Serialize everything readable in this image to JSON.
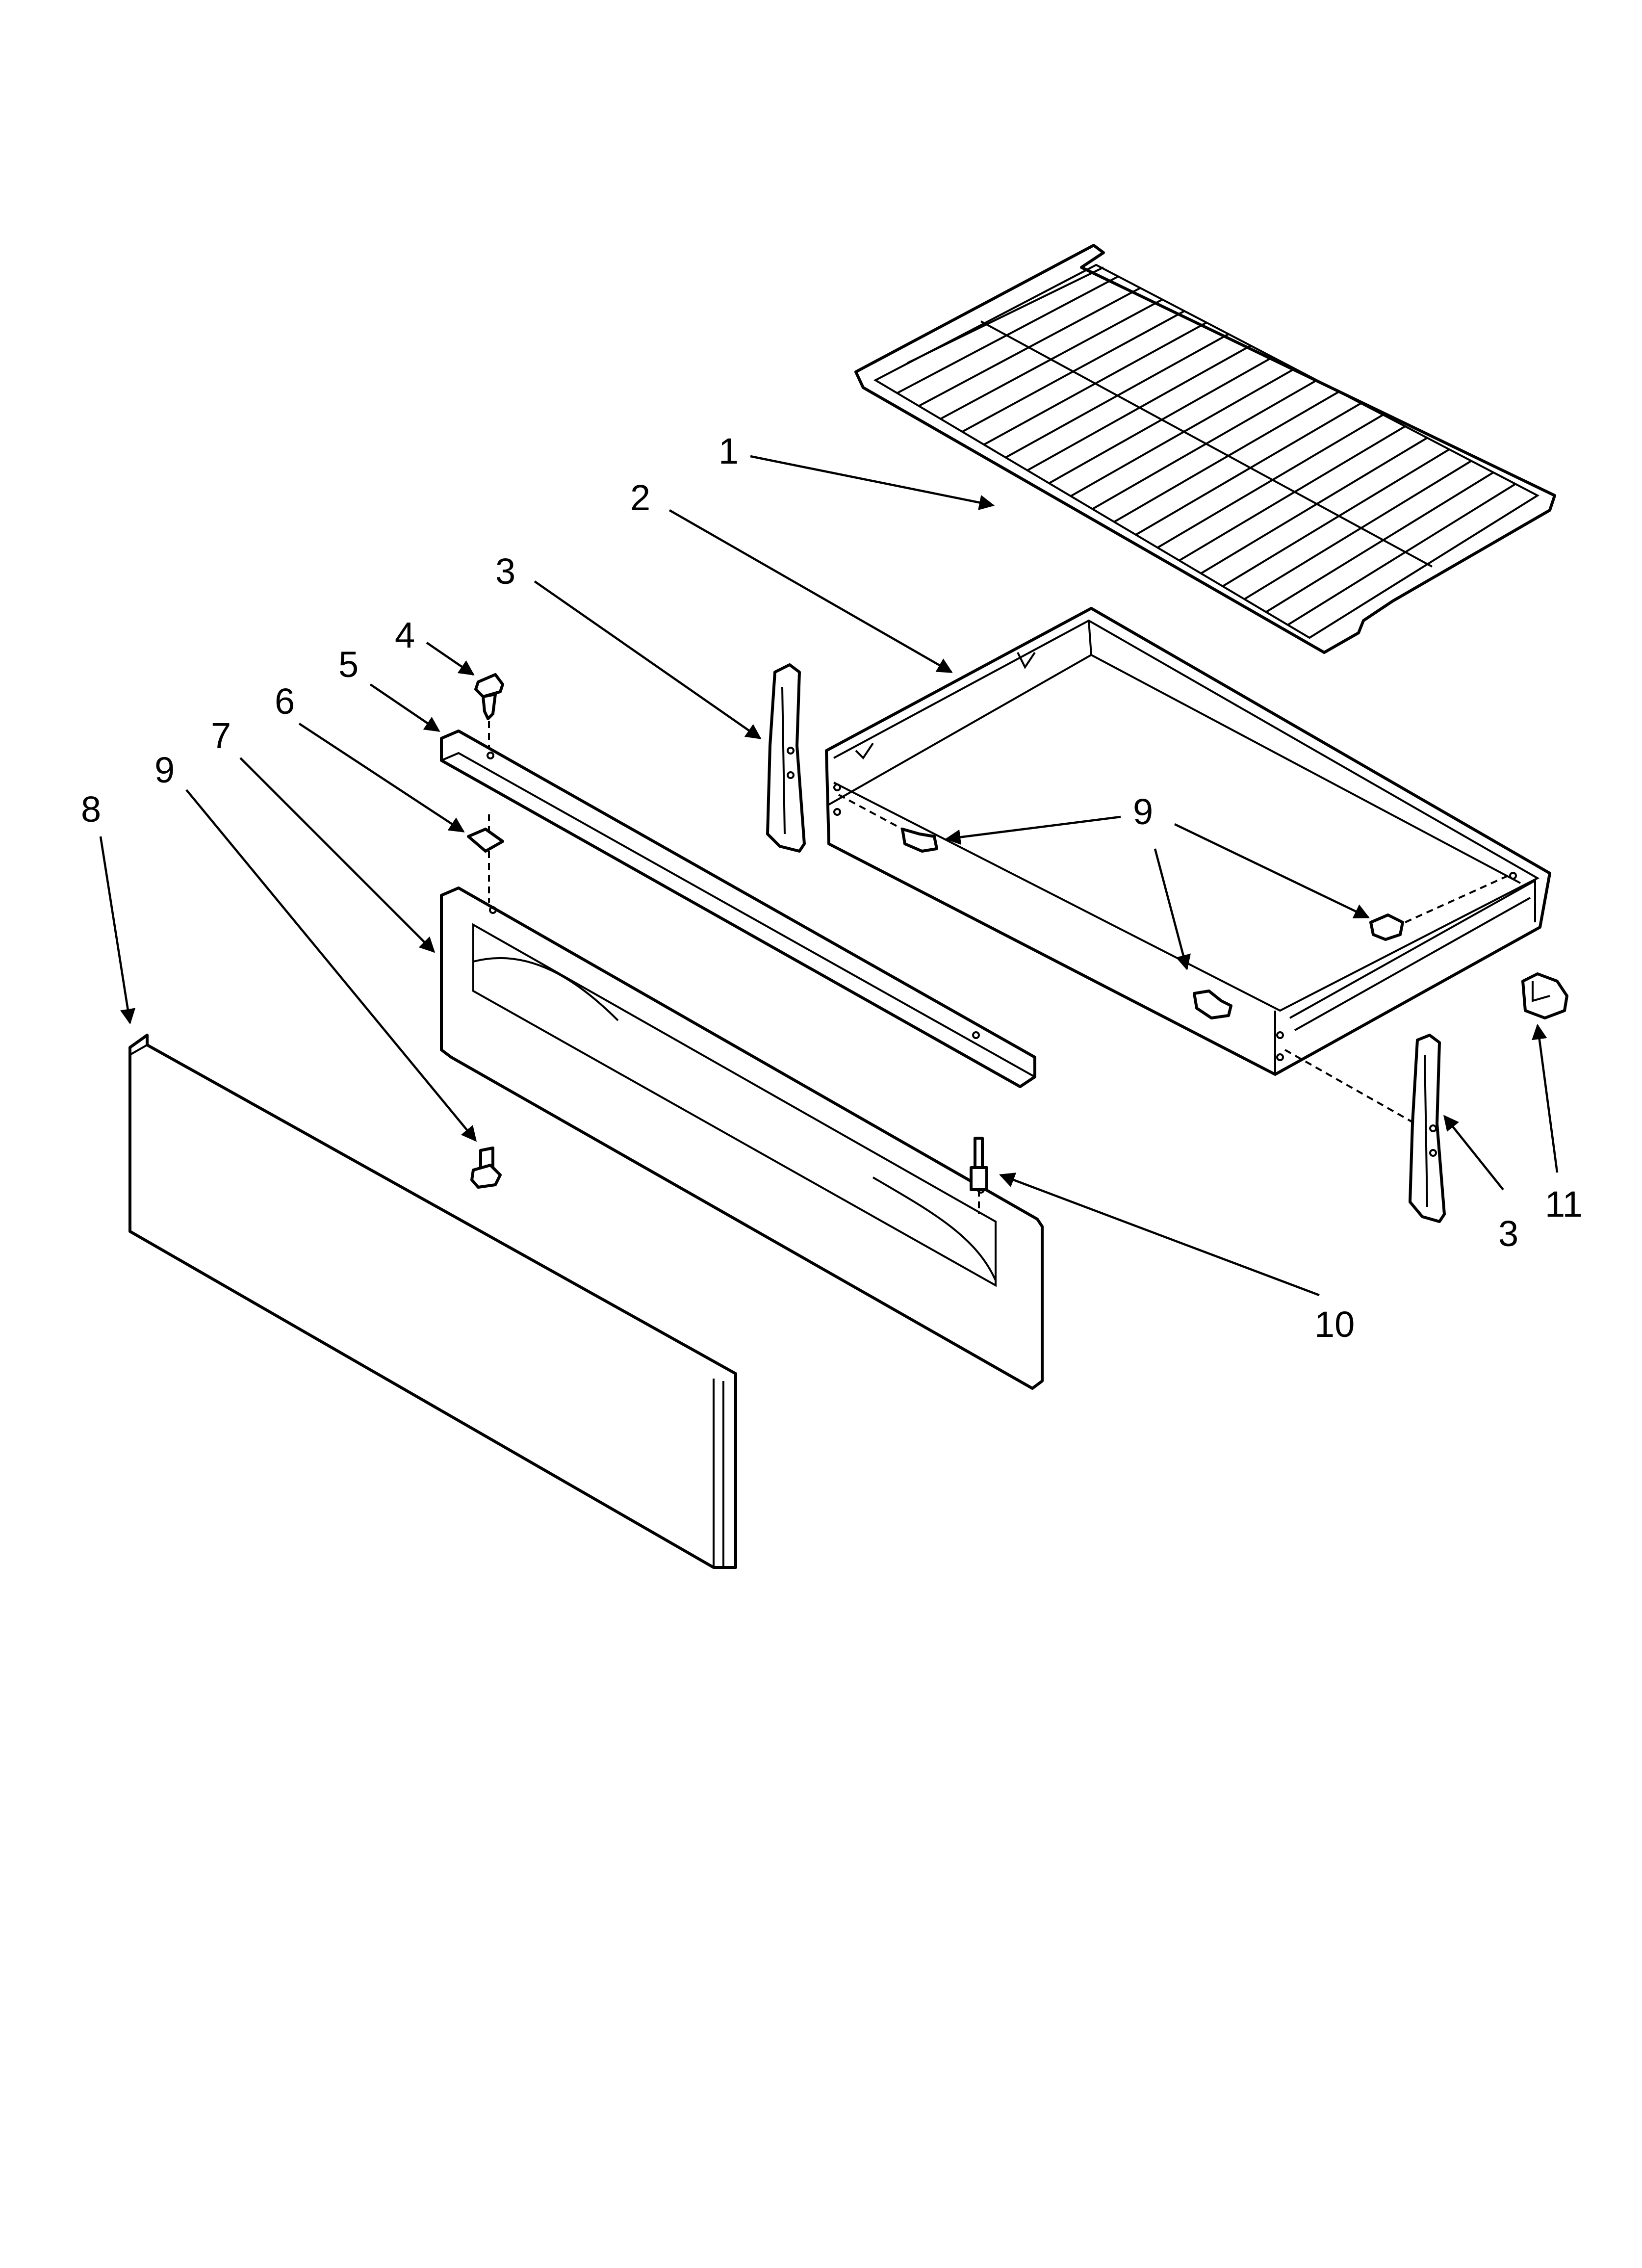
{
  "diagram": {
    "callouts": [
      {
        "id": "c1",
        "label": "1"
      },
      {
        "id": "c2",
        "label": "2"
      },
      {
        "id": "c3a",
        "label": "3"
      },
      {
        "id": "c3b",
        "label": "3"
      },
      {
        "id": "c4",
        "label": "4"
      },
      {
        "id": "c5",
        "label": "5"
      },
      {
        "id": "c6",
        "label": "6"
      },
      {
        "id": "c7",
        "label": "7"
      },
      {
        "id": "c8",
        "label": "8"
      },
      {
        "id": "c9a",
        "label": "9"
      },
      {
        "id": "c9b",
        "label": "9"
      },
      {
        "id": "c10",
        "label": "10"
      },
      {
        "id": "c11",
        "label": "11"
      }
    ]
  }
}
